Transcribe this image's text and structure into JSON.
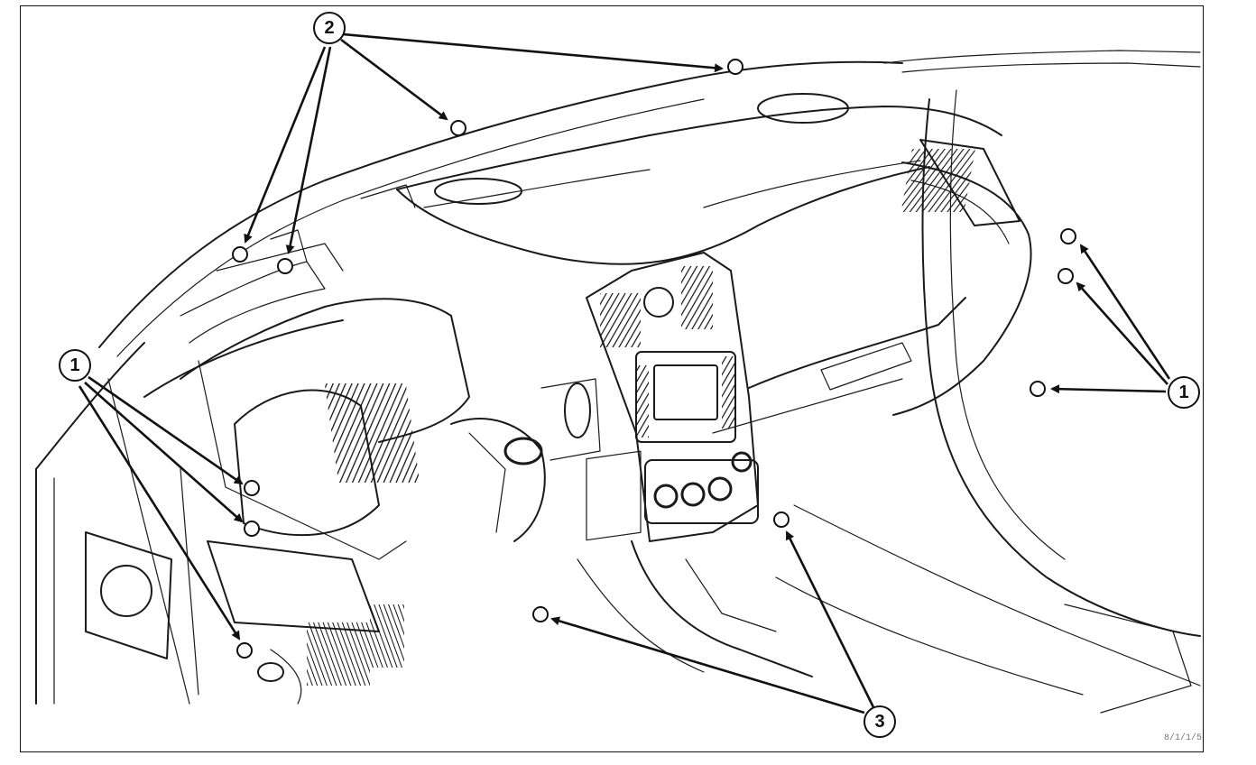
{
  "diagram": {
    "callouts": [
      {
        "id": "callout-1-left",
        "label": "1"
      },
      {
        "id": "callout-1-right",
        "label": "1"
      },
      {
        "id": "callout-2",
        "label": "2"
      },
      {
        "id": "callout-3",
        "label": "3"
      }
    ],
    "reference_code": "8/1/1/5"
  }
}
